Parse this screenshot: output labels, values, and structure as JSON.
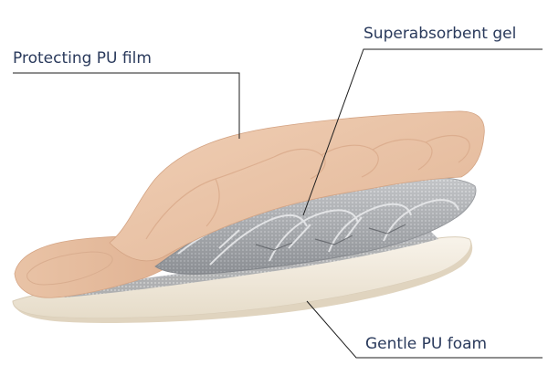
{
  "labels": {
    "film": "Protecting PU film",
    "gel": "Superabsorbent gel",
    "foam": "Gentle PU foam"
  },
  "colors": {
    "label_text": "#2a3a5c",
    "leader_line": "#1e1e1e",
    "film": "#eac3a5",
    "gel": "#a8aaae",
    "foam": "#f1e9da"
  }
}
